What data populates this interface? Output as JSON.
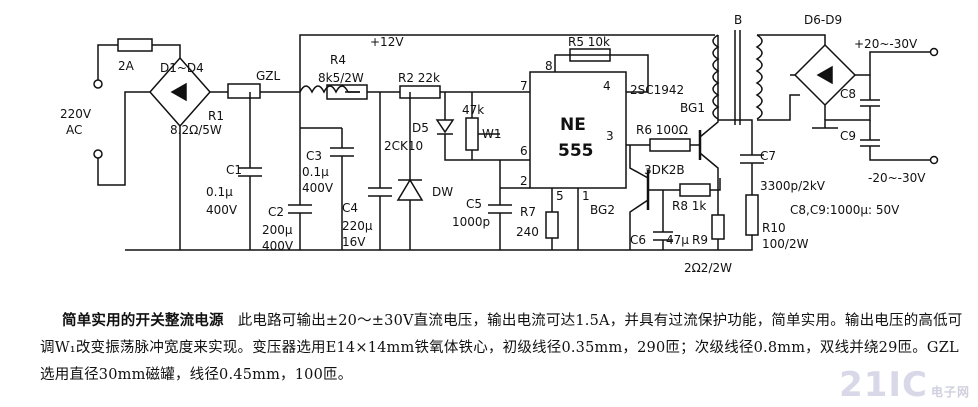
{
  "labels": {
    "fuse": "2A",
    "bridge_in": "D1~D4",
    "ac_voltage": "220V",
    "ac": "AC",
    "r1": "R1",
    "r1_val": "8.2Ω/5W",
    "gzl": "GZL",
    "c1": "C1",
    "c1_val": "0.1μ",
    "c1_v": "400V",
    "c2": "C2",
    "c2_val": "200μ",
    "c2_v": "400V",
    "c3": "C3",
    "c3_val": "0.1μ",
    "c3_v": "400V",
    "r4": "R4",
    "r4_val": "8k5/2W",
    "vplus": "+12V",
    "r2": "R2 22k",
    "r5": "R5 10k",
    "pin8": "8",
    "pin7": "7",
    "pin4": "4",
    "pin3": "3",
    "pin6": "6",
    "pin2": "2",
    "pin5": "5",
    "pin1": "1",
    "w1_val": "47k",
    "w1": "W1",
    "d5": "D5",
    "d5_type": "2CK10",
    "c4": "C4",
    "c4_val": "220μ",
    "c4_v": "16V",
    "dw": "DW",
    "c5": "C5",
    "c5_val": "1000p",
    "r7": "R7",
    "r7_val": "240",
    "ne": "NE",
    "ne_num": "555",
    "bg2": "BG2",
    "q_type": "2SC1942",
    "bg1": "BG1",
    "r6": "R6 100Ω",
    "q2_type": "3DK2B",
    "r8": "R8 1k",
    "c6": "C6",
    "c6_val": "47μ",
    "r9": "R9",
    "r9_val": "2Ω2/2W",
    "r10": "R10",
    "r10_val": "100/2W",
    "c7": "C7",
    "c7_val": "3300p/2kV",
    "transformer": "B",
    "bridge_out": "D6-D9",
    "out_pos": "+20~-30V",
    "out_neg": "-20~-30V",
    "c8": "C8",
    "c9": "C9",
    "c89_val": "C8,C9:1000μ: 50V"
  },
  "caption": {
    "title": "简单实用的开关整流电源",
    "body": "此电路可输出±20～±30V直流电压，输出电流可达1.5A，并具有过流保护功能，简单实用。输出电压的高低可调W₁改变振荡脉冲宽度来实现。变压器选用E14×14mm铁氧体铁心，初级线径0.35mm，290匝；次级线径0.8mm，双线并绕29匝。GZL选用直径30mm磁罐，线径0.45mm，100匝。"
  },
  "watermark": {
    "text": "21IC",
    "sub": "电子网"
  }
}
